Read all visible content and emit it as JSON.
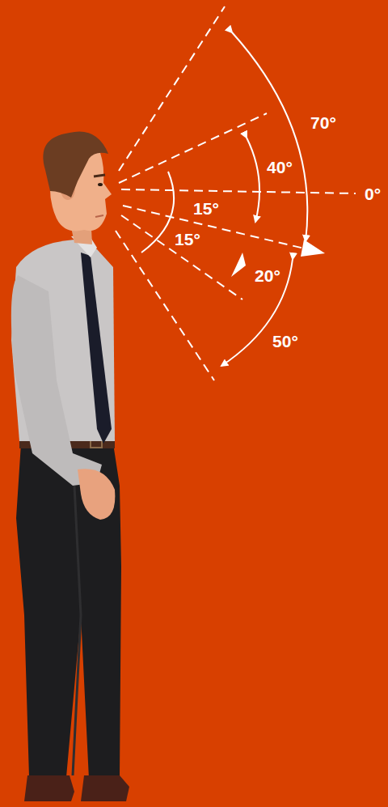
{
  "diagram": {
    "labels": [
      "70°",
      "40°",
      "0°",
      "15°",
      "15°",
      "20°",
      "50°"
    ]
  }
}
